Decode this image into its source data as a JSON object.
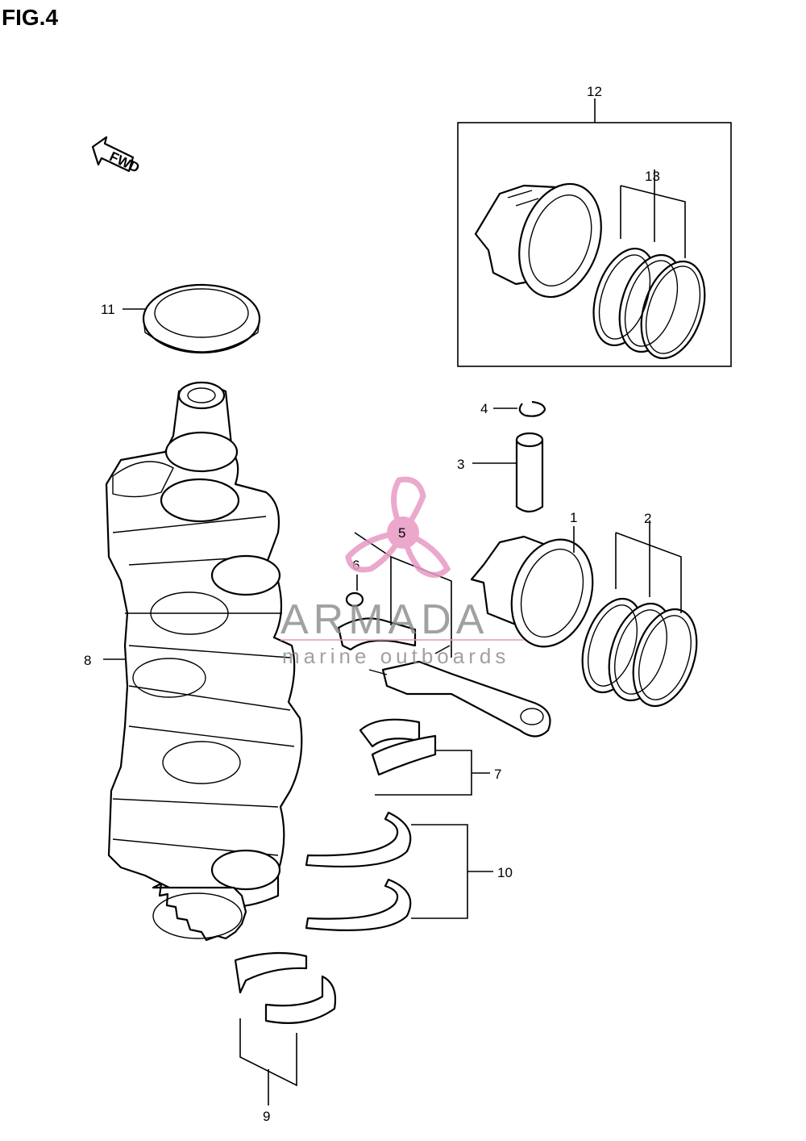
{
  "figure": {
    "title": "FIG.4"
  },
  "direction_tag": "FWD",
  "callouts": [
    {
      "id": "1",
      "label": "1"
    },
    {
      "id": "2",
      "label": "2"
    },
    {
      "id": "3",
      "label": "3"
    },
    {
      "id": "4",
      "label": "4"
    },
    {
      "id": "5",
      "label": "5"
    },
    {
      "id": "6",
      "label": "6"
    },
    {
      "id": "7",
      "label": "7"
    },
    {
      "id": "8",
      "label": "8"
    },
    {
      "id": "9",
      "label": "9"
    },
    {
      "id": "10",
      "label": "10"
    },
    {
      "id": "11",
      "label": "11"
    },
    {
      "id": "12",
      "label": "12"
    },
    {
      "id": "13",
      "label": "13"
    }
  ],
  "watermark": {
    "brand": "ARMADA",
    "tagline": "marine outboards",
    "accent_color": "#e89ac4"
  }
}
